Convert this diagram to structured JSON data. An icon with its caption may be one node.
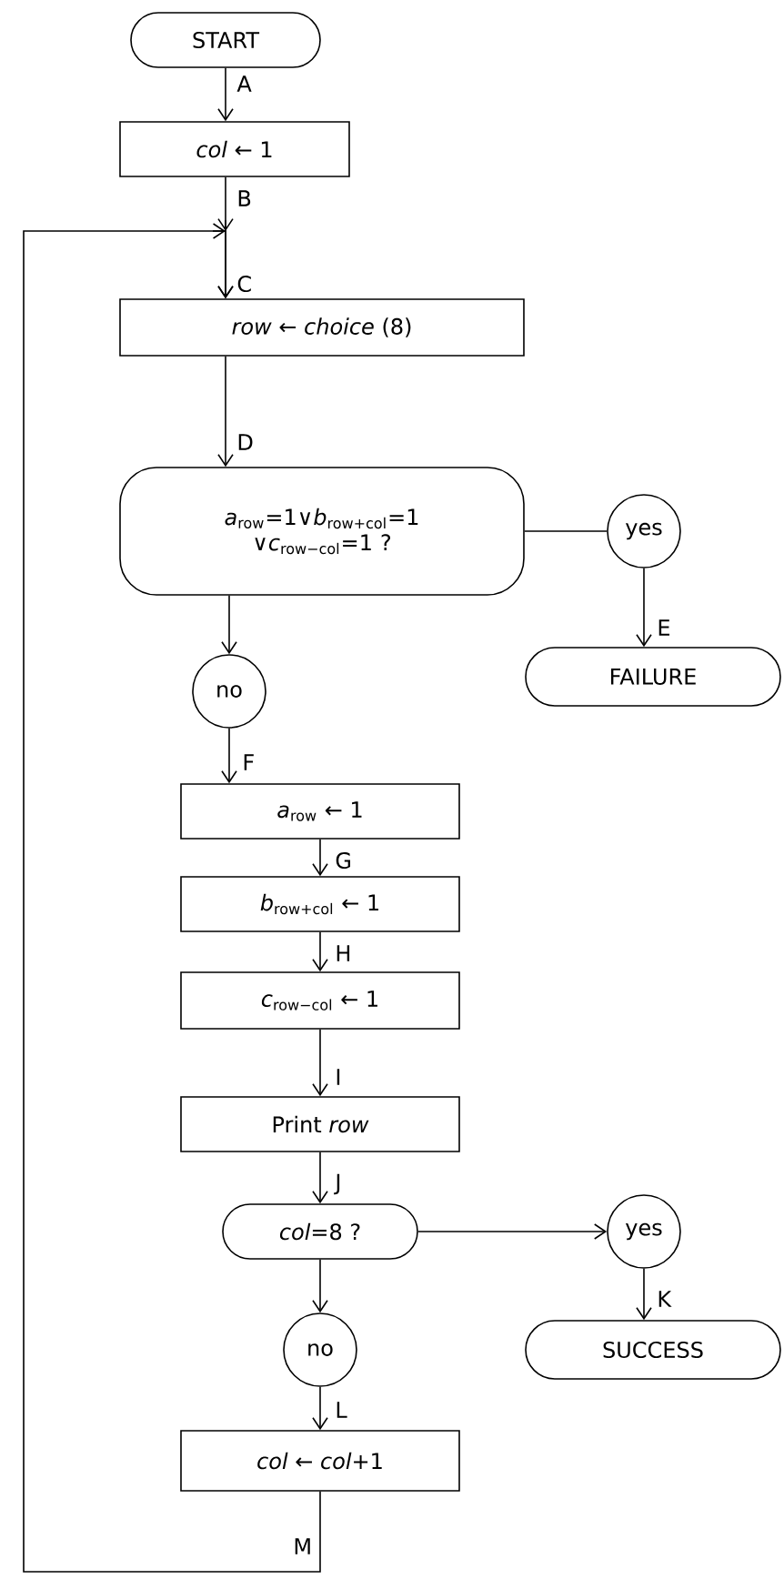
{
  "diagram": {
    "nodes": [
      {
        "text": [
          "START"
        ]
      },
      {
        "text": [
          "*col* ← 1"
        ]
      },
      {
        "text": [
          "*row* ← *choice* (8)"
        ]
      },
      {
        "text": [
          "*a*$_{row}$=1∨*b*$_{row+col}$=1 ∨*c*$_{row−col}$=1 ?"
        ]
      },
      {
        "text": [
          "yes"
        ]
      },
      {
        "text": [
          "FAILURE"
        ]
      },
      {
        "text": [
          "no"
        ]
      },
      {
        "text": [
          "*a*$_{row}$ ← 1"
        ]
      },
      {
        "text": [
          "*b*$_{row+col}$ ← 1"
        ]
      },
      {
        "text": [
          "*c*$_{row−col}$ ← 1"
        ]
      },
      {
        "text": [
          "Print *row*"
        ]
      },
      {
        "text": [
          "*col*=8 ?"
        ]
      },
      {
        "text": [
          "yes"
        ]
      },
      {
        "text": [
          "SUCCESS"
        ]
      },
      {
        "text": [
          "no"
        ]
      },
      {
        "text": [
          "*col* ← *col*+1"
        ]
      }
    ],
    "edges": [
      {
        "from": 0,
        "to": 1,
        "arrow": "to",
        "label": "A"
      },
      {
        "from": 1,
        "to": 2,
        "arrow": "to",
        "label": "B"
      },
      {
        "from": 2,
        "to": 3,
        "arrow": "to",
        "label": "D"
      },
      {
        "from": 3,
        "to": 4,
        "arrow": "none"
      },
      {
        "from": 4,
        "to": 5,
        "arrow": "to",
        "label": "E"
      },
      {
        "from": 3,
        "to": 6,
        "arrow": "to"
      },
      {
        "from": 6,
        "to": 7,
        "arrow": "to",
        "label": "F"
      },
      {
        "from": 7,
        "to": 8,
        "arrow": "to",
        "label": "G"
      },
      {
        "from": 8,
        "to": 9,
        "arrow": "to",
        "label": "H"
      },
      {
        "from": 9,
        "to": 10,
        "arrow": "to",
        "label": "I"
      },
      {
        "from": 10,
        "to": 11,
        "arrow": "to",
        "label": "J"
      },
      {
        "from": 11,
        "to": 12,
        "arrow": "to"
      },
      {
        "from": 12,
        "to": 13,
        "arrow": "to",
        "label": "K"
      },
      {
        "from": 11,
        "to": 14,
        "arrow": "to"
      },
      {
        "from": 14,
        "to": 15,
        "arrow": "to",
        "label": "L"
      },
      {
        "from": 15,
        "to": 2,
        "arrow": "to",
        "label": "M"
      }
    ],
    "labels": [
      "C"
    ]
  }
}
